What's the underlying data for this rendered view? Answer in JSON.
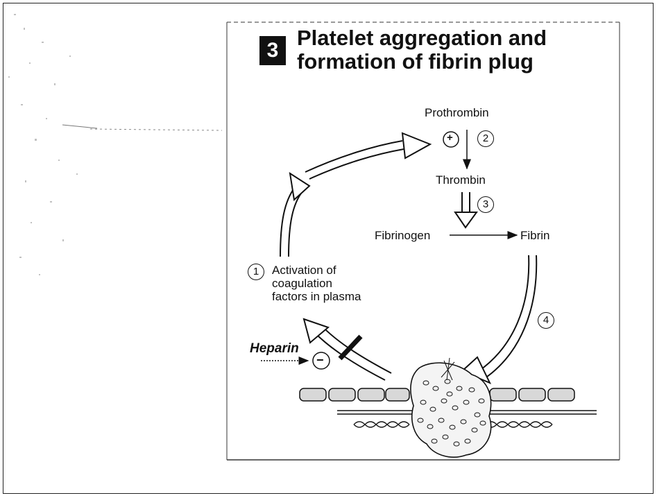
{
  "figure": {
    "number": "3",
    "title_line1": "Platelet aggregation and",
    "title_line2": "formation of fibrin plug"
  },
  "labels": {
    "prothrombin": "Prothrombin",
    "thrombin": "Thrombin",
    "fibrinogen": "Fibrinogen",
    "fibrin": "Fibrin",
    "activation_line1": "Activation of",
    "activation_line2": "coagulation",
    "activation_line3": "factors in plasma",
    "heparin": "Heparin",
    "plus": "+",
    "minus": "−"
  },
  "steps": [
    "1",
    "2",
    "3",
    "4"
  ]
}
